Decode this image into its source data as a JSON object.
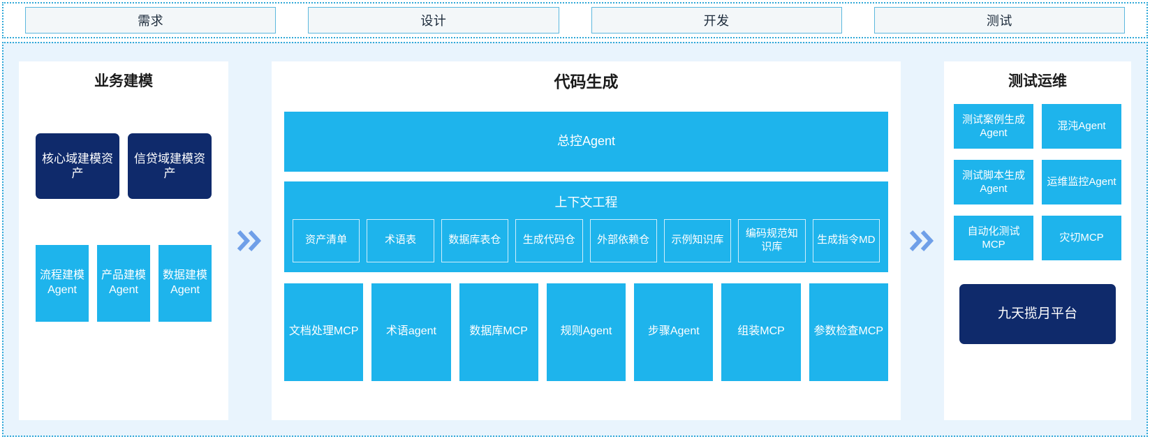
{
  "phases": [
    {
      "label": "需求"
    },
    {
      "label": "设计"
    },
    {
      "label": "开发"
    },
    {
      "label": "测试"
    }
  ],
  "chevron": {
    "glyph": "»"
  },
  "colors": {
    "cyan": "#1EB4EC",
    "navy": "#0F2A6B",
    "panel_bg": "#E9F4FD",
    "border_dotted": "#2FA8D8",
    "phase_box_border": "#5CB8DE",
    "phase_box_fill": "#F3F7F9",
    "chevron": "#6F9FE8"
  },
  "business_modeling": {
    "title": "业务建模",
    "assets": [
      {
        "label": "核心域建模资产"
      },
      {
        "label": "信贷域建模资产"
      }
    ],
    "agents": [
      {
        "label": "流程建模Agent"
      },
      {
        "label": "产品建模Agent"
      },
      {
        "label": "数据建模Agent"
      }
    ]
  },
  "code_generation": {
    "title": "代码生成",
    "master_agent": {
      "label": "总控Agent"
    },
    "context_engineering": {
      "title": "上下文工程",
      "items": [
        {
          "label": "资产清单"
        },
        {
          "label": "术语表"
        },
        {
          "label": "数据库表仓"
        },
        {
          "label": "生成代码仓"
        },
        {
          "label": "外部依赖仓"
        },
        {
          "label": "示例知识库"
        },
        {
          "label": "编码规范知识库"
        },
        {
          "label": "生成指令MD"
        }
      ]
    },
    "tools": [
      {
        "label": "文档处理MCP"
      },
      {
        "label": "术语agent"
      },
      {
        "label": "数据库MCP"
      },
      {
        "label": "规则Agent"
      },
      {
        "label": "步骤Agent"
      },
      {
        "label": "组装MCP"
      },
      {
        "label": "参数检查MCP"
      }
    ]
  },
  "test_ops": {
    "title": "测试运维",
    "cards": [
      {
        "label": "测试案例生成Agent"
      },
      {
        "label": "混沌Agent"
      },
      {
        "label": "测试脚本生成Agent"
      },
      {
        "label": "运维监控Agent"
      },
      {
        "label": "自动化测试MCP"
      },
      {
        "label": "灾切MCP"
      }
    ],
    "platform": {
      "label": "九天揽月平台"
    }
  }
}
